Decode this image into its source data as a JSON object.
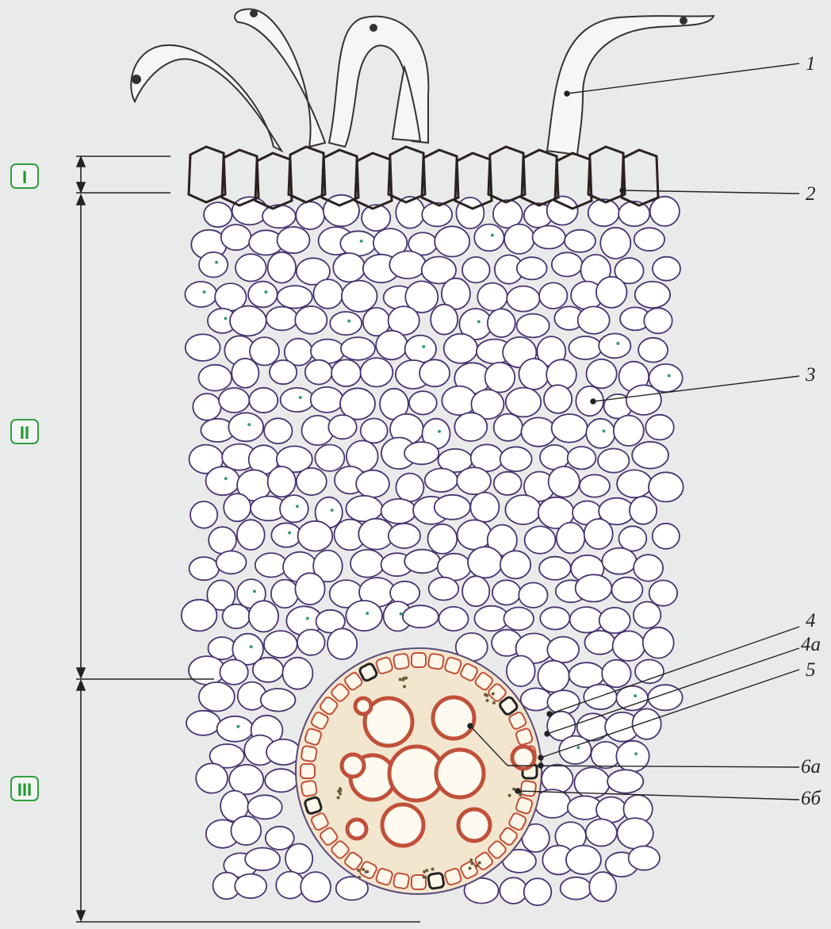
{
  "zones": [
    "I",
    "II",
    "III"
  ],
  "labels": [
    "1",
    "2",
    "3",
    "4",
    "4a",
    "5",
    "6a",
    "6б"
  ],
  "colors": {
    "background": "#e9ebeb",
    "cortex_cell_walls": "#4a3470",
    "epidermis_walls": "#2a2220",
    "stele_xylem": "#c0503a",
    "stele_fill": "#f3e6cf",
    "zone_badge": "#2f9e3c"
  }
}
